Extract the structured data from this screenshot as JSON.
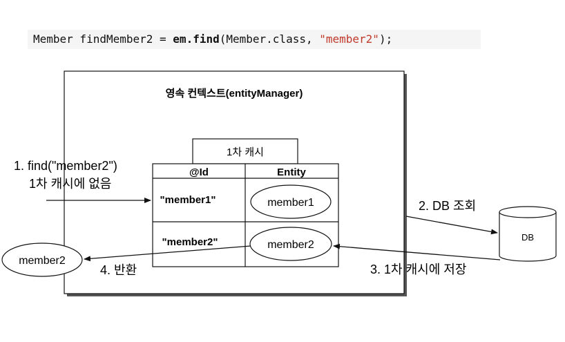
{
  "code": {
    "part1": "Member findMember2 = ",
    "part2": "em.find",
    "part3": "(Member.class, ",
    "part4": "\"member2\"",
    "part5": ");"
  },
  "diagram": {
    "context_title": "영속 컨텍스트(entityManager)",
    "cache_title": "1차 캐시",
    "table_header_id": "@Id",
    "table_header_entity": "Entity",
    "rows": [
      {
        "id": "\"member1\"",
        "entity": "member1"
      },
      {
        "id": "\"member2\"",
        "entity": "member2"
      }
    ],
    "step1_line1": "1. find(\"member2\")",
    "step1_line2": "1차 캐시에 없음",
    "step2": "2. DB 조회",
    "step3": "3. 1차 캐시에 저장",
    "step4": "4. 반환",
    "db_label": "DB",
    "returned_entity": "member2"
  }
}
